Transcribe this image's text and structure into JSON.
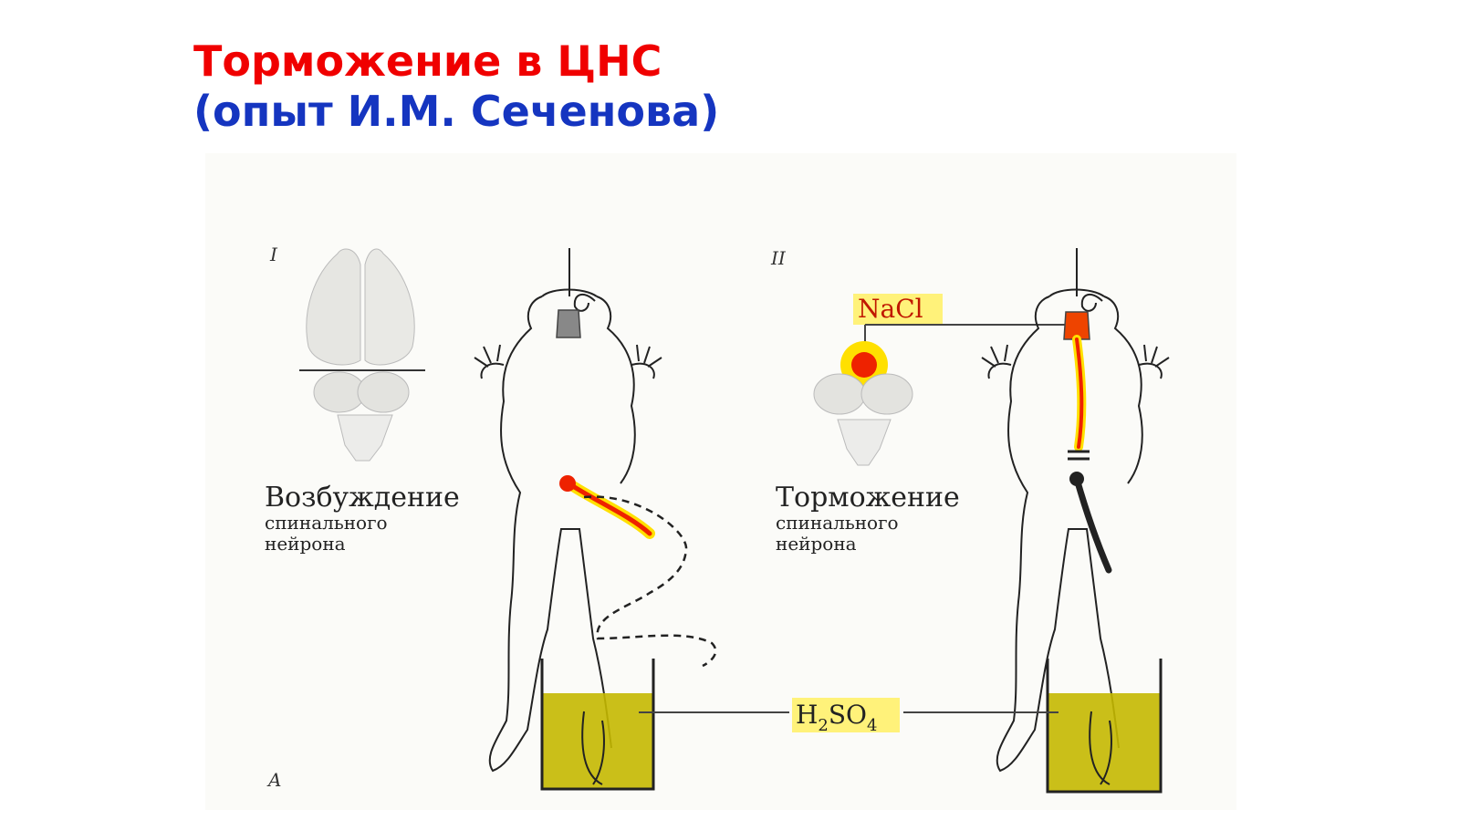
{
  "title": {
    "line1": "Торможение в ЦНС",
    "line2": "(опыт И.М. Сеченова)",
    "line1_color": "#f00000",
    "line2_color": "#1535c0"
  },
  "figure": {
    "panel_1_label": "I",
    "panel_2_label": "II",
    "corner_label": "A",
    "excitation_label": {
      "word": "Возбуждение",
      "line2": "спинального",
      "line3": "нейрона"
    },
    "inhibition_label": {
      "word": "Торможение",
      "line2": "спинального",
      "line3": "нейрона"
    },
    "salt_label": "NaCl",
    "acid_label": {
      "h": "H",
      "h_sub": "2",
      "so": "SO",
      "so_sub": "4"
    },
    "colors": {
      "acid_liquid": "#c4b800",
      "signal_red": "#ee2200",
      "signal_yellow": "#ffe000",
      "highlight": "#fff27a",
      "ink": "#222222",
      "paper": "#fbfbf8"
    }
  }
}
